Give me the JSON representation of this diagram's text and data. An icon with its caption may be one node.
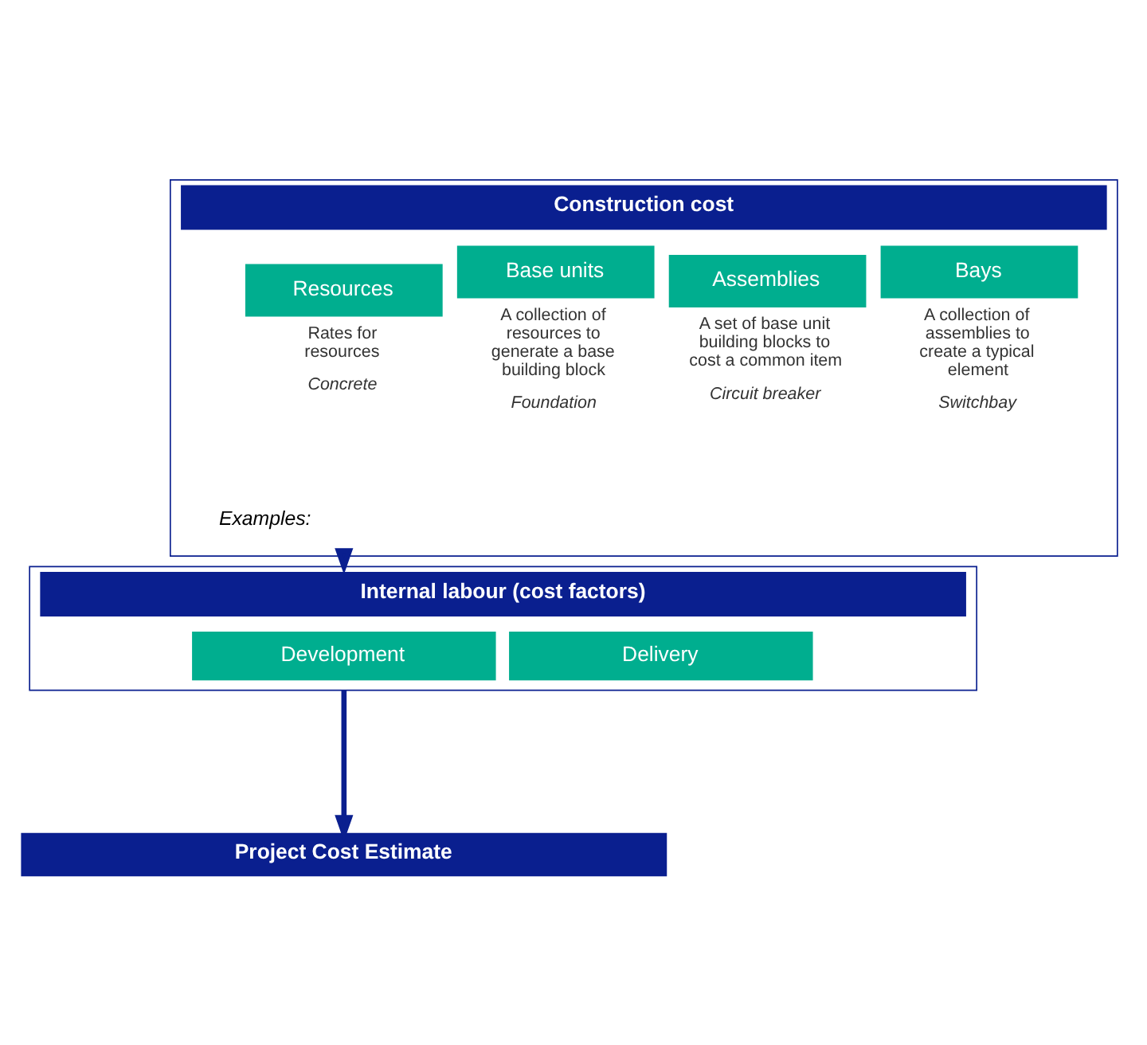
{
  "diagram": {
    "nodes": [
      {
        "text": [
          "Construction cost"
        ]
      },
      {
        "text": [
          "Resources"
        ],
        "in": 0,
        "beside": [
          "Rates for resources",
          "Concrete"
        ]
      },
      {
        "text": [
          "Base units"
        ],
        "in": 0,
        "beside": [
          "A collection of resources to generate a base building block",
          "Foundation"
        ]
      },
      {
        "text": [
          "Assemblies"
        ],
        "in": 0,
        "beside": [
          "A set of base unit building blocks to cost a common item",
          "Circuit breaker"
        ]
      },
      {
        "text": [
          "Bays"
        ],
        "in": 0,
        "beside": [
          "A collection of assemblies to create a typical element",
          "Switchbay"
        ]
      },
      {
        "text": [
          "Internal labour (cost factors)"
        ]
      },
      {
        "text": [
          "Development"
        ],
        "in": 5
      },
      {
        "text": [
          "Delivery"
        ],
        "in": 5
      },
      {
        "text": [
          "Project Cost Estimate"
        ]
      }
    ],
    "edges": [
      {
        "from": 0,
        "to": 5,
        "arrow": "to"
      },
      {
        "from": 5,
        "to": 8,
        "arrow": "to"
      }
    ],
    "labels": [
      "Examples:"
    ]
  }
}
